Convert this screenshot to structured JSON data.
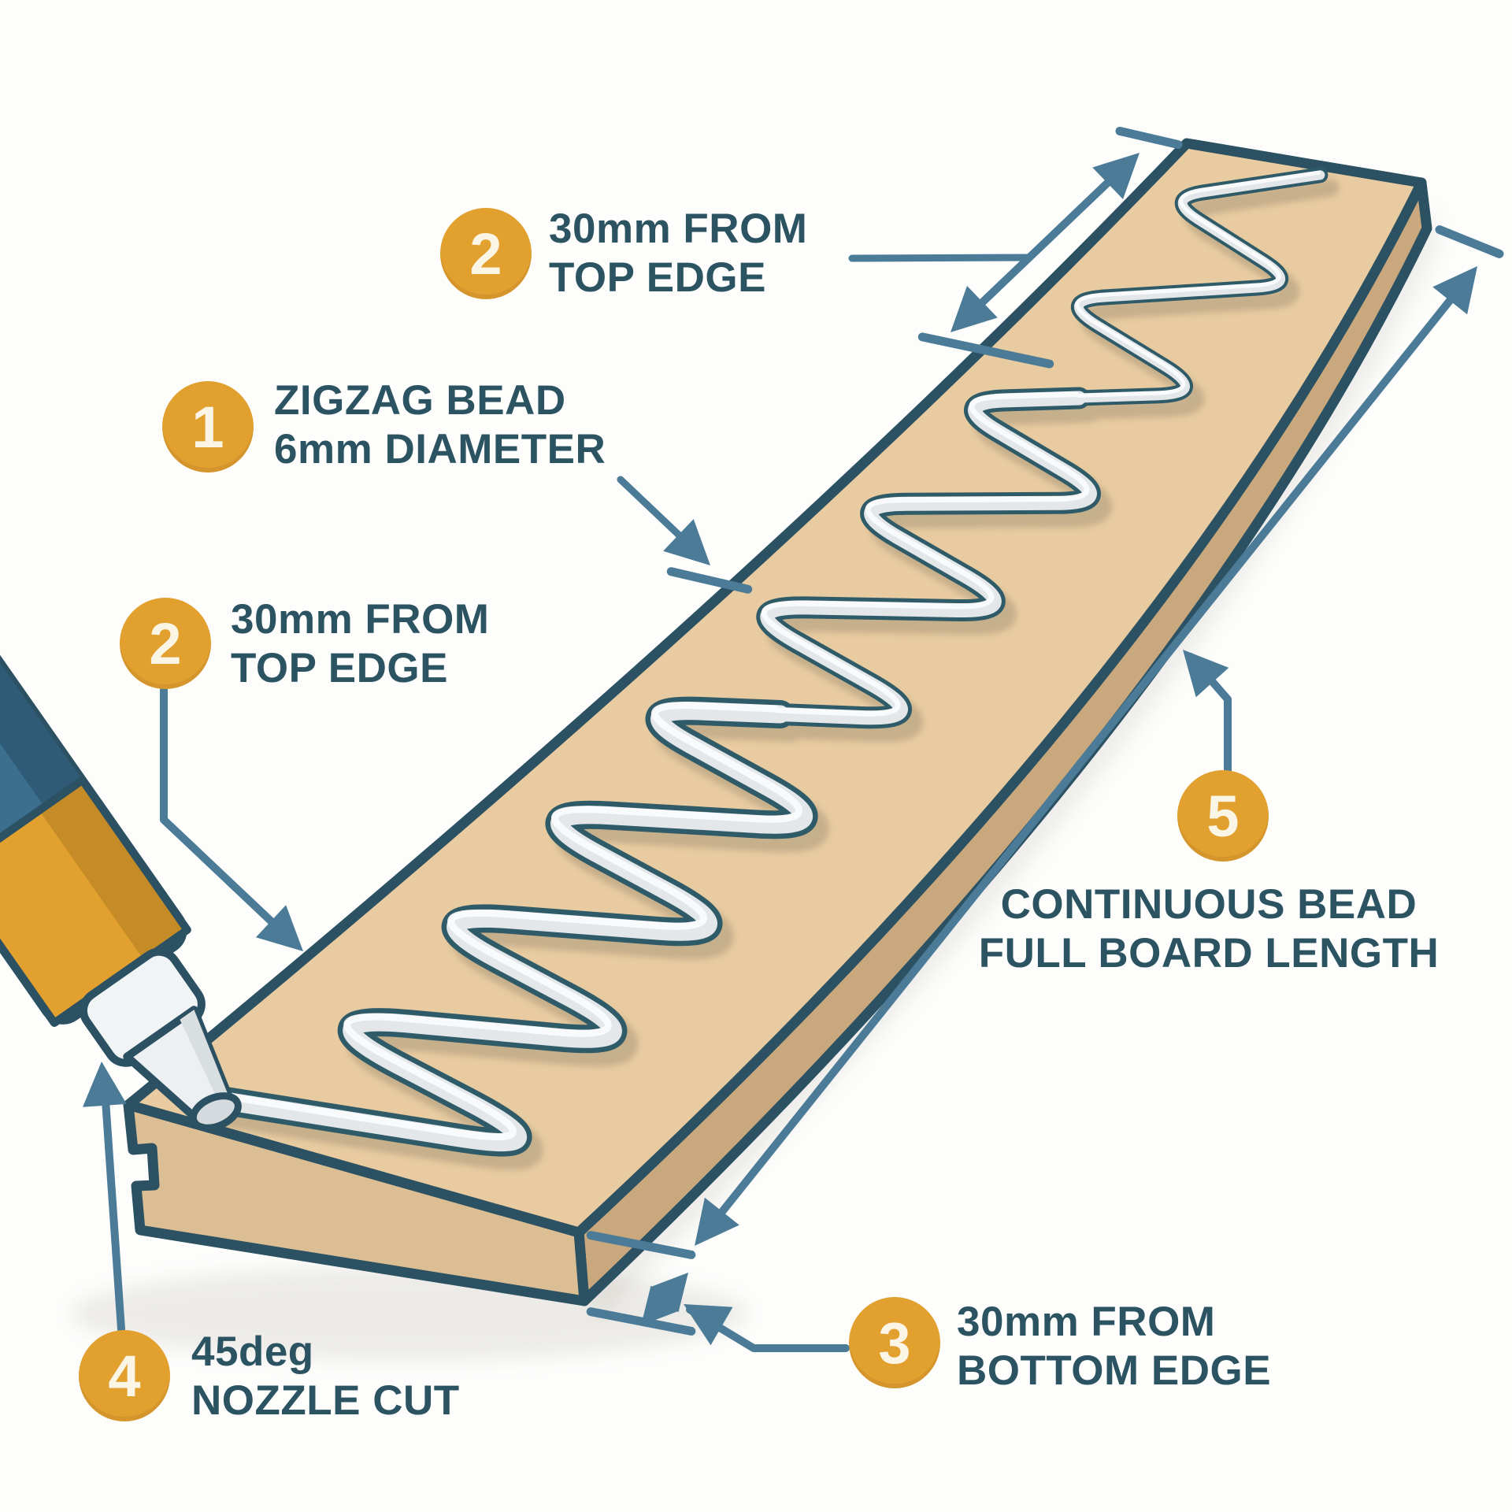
{
  "diagram_subject": "Adhesive zigzag bead application on a floor board with caulk gun",
  "callouts": [
    {
      "id": "zigzag-bead",
      "number": "1",
      "lines": [
        "ZIGZAG BEAD",
        "6mm DIAMETER"
      ]
    },
    {
      "id": "top-edge-upper",
      "number": "2",
      "lines": [
        "30mm FROM",
        "TOP EDGE"
      ]
    },
    {
      "id": "top-edge-left",
      "number": "2",
      "lines": [
        "30mm FROM",
        "TOP EDGE"
      ]
    },
    {
      "id": "bottom-edge",
      "number": "3",
      "lines": [
        "30mm FROM",
        "BOTTOM EDGE"
      ]
    },
    {
      "id": "nozzle-cut",
      "number": "4",
      "lines": [
        "45deg",
        "NOZZLE CUT"
      ]
    },
    {
      "id": "continuous-bead",
      "number": "5",
      "lines": [
        "CONTINUOUS BEAD",
        "FULL BOARD LENGTH"
      ]
    }
  ],
  "colors": {
    "badge_orange": "#E2A02F",
    "badge_text": "#FBF5E6",
    "label_teal": "#2C5362",
    "arrow_blue": "#4B7B97",
    "board_outline": "#2B5162",
    "board_top": "#E8CBA0",
    "board_side": "#C9A87D",
    "board_end": "#DBBE94",
    "bead_outline": "#2F5A68",
    "bead_fill": "#E3E7E9",
    "bead_highlight": "#FAFBFC",
    "gun_body_white": "#F1F4F5",
    "gun_band_orange": "#E2A02F",
    "gun_cap_blue": "#3C6E8E",
    "nozzle_tip": "#D4DADD"
  }
}
